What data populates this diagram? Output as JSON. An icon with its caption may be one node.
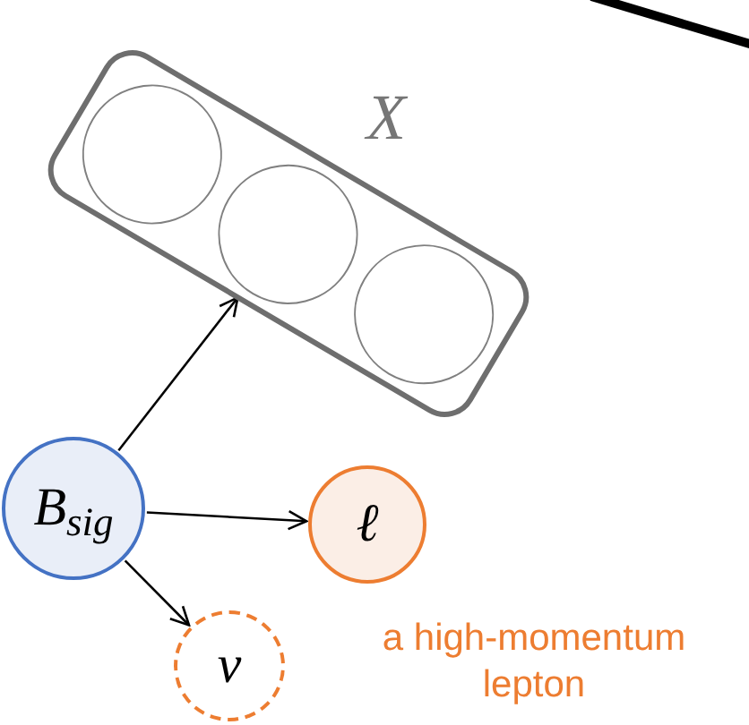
{
  "diagram": {
    "nodes": [
      {
        "text": [
          "X"
        ]
      },
      {
        "text": [
          "B$_{sig}$"
        ]
      },
      {
        "text": [
          "ℓ"
        ],
        "beside": [
          "a high-momentum lepton"
        ]
      },
      {
        "text": [
          "ν"
        ]
      }
    ],
    "edges": [
      {
        "from": 1,
        "to": 0,
        "arrow": "to"
      },
      {
        "from": 1,
        "to": 2,
        "arrow": "to"
      },
      {
        "from": 1,
        "to": 3,
        "arrow": "to"
      }
    ]
  }
}
